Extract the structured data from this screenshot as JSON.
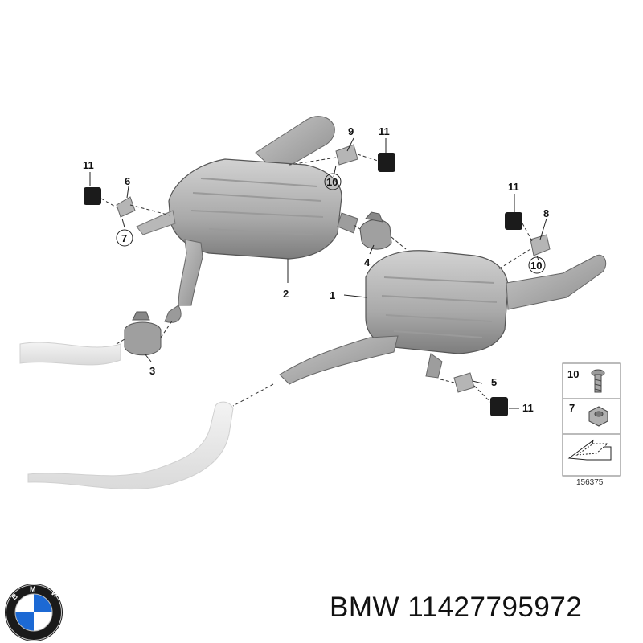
{
  "diagram": {
    "callouts": {
      "c1": "1",
      "c2": "2",
      "c3": "3",
      "c4": "4",
      "c5": "5",
      "c6": "6",
      "c7": "7",
      "c8": "8",
      "c9": "9",
      "c10a": "10",
      "c10b": "10",
      "c11a": "11",
      "c11b": "11",
      "c11c": "11",
      "c11d": "11"
    },
    "legend": {
      "item_a": "10",
      "item_b": "7"
    },
    "diagram_number": "156375"
  },
  "brand": {
    "logo_text": "BMW",
    "caption": "BMW 11427795972",
    "colors": {
      "blue": "#1c69d4",
      "ring": "#1a1a1a"
    }
  },
  "colors": {
    "muffler": "#b3b3b3",
    "muffler_dark": "#8a8a8a",
    "pipe_faded": "#e4e4e4"
  }
}
